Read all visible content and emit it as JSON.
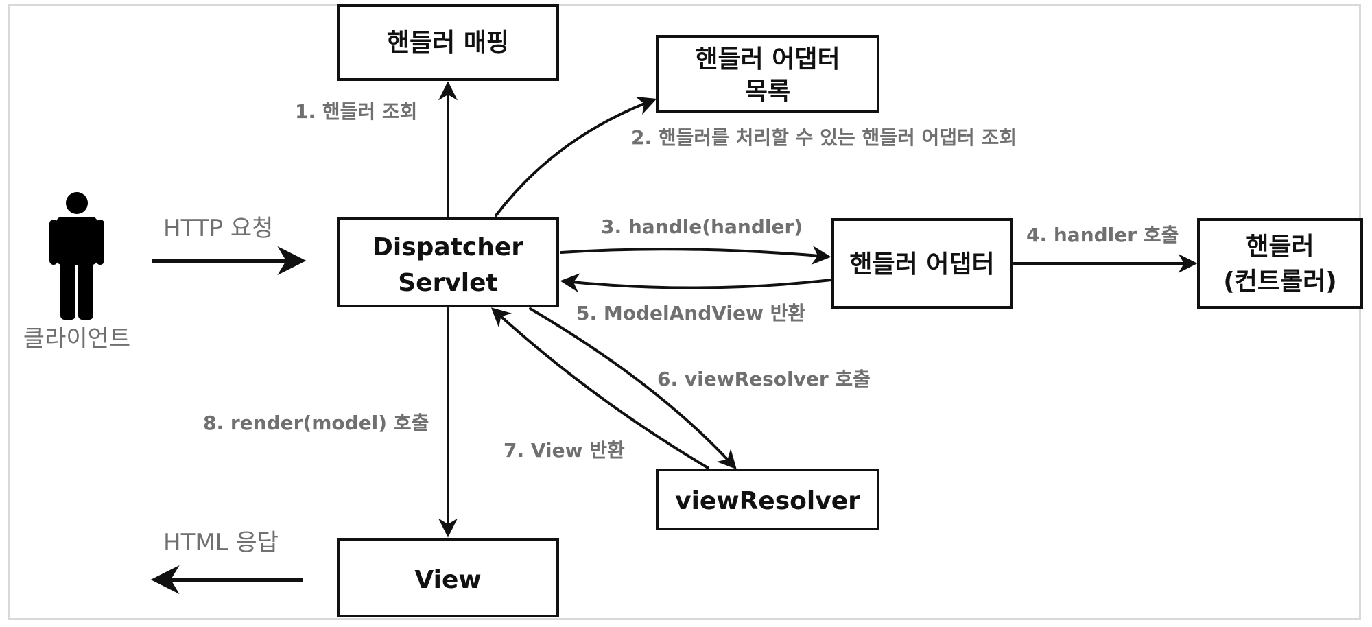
{
  "colors": {
    "box_border": "#111111",
    "label": "#707070",
    "frame": "#d9d9d9"
  },
  "actor": {
    "icon": "person-icon",
    "label": "클라이언트"
  },
  "io": {
    "request": "HTTP 요청",
    "response": "HTML 응답"
  },
  "boxes": {
    "handler_mapping": {
      "lines": [
        "핸들러 매핑"
      ]
    },
    "adapter_list": {
      "lines": [
        "핸들러 어댑터",
        "목록"
      ]
    },
    "dispatcher": {
      "lines": [
        "Dispatcher",
        "Servlet"
      ]
    },
    "adapter": {
      "lines": [
        "핸들러 어댑터"
      ]
    },
    "handler": {
      "lines": [
        "핸들러",
        "(컨트롤러)"
      ]
    },
    "view_resolver": {
      "lines": [
        "viewResolver"
      ]
    },
    "view": {
      "lines": [
        "View"
      ]
    }
  },
  "steps": {
    "s1": "1. 핸들러 조회",
    "s2": "2. 핸들러를 처리할 수 있는 핸들러 어댑터 조회",
    "s3": "3. handle(handler)",
    "s4": "4. handler 호출",
    "s5": "5. ModelAndView 반환",
    "s6": "6. viewResolver 호출",
    "s7": "7. View 반환",
    "s8": "8. render(model) 호출"
  }
}
